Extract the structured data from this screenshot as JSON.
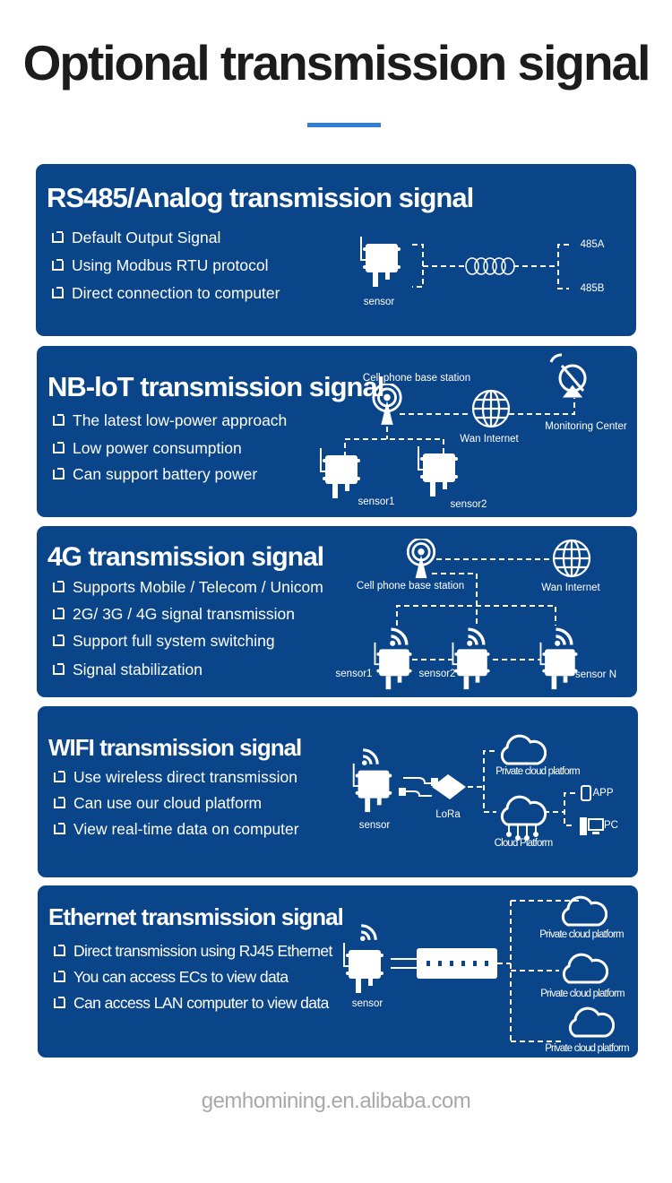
{
  "title": "Optional transmission signal",
  "accent_color": "#2f7fd6",
  "panel_color": "#0b4589",
  "watermark": "gemhomining.en.alibaba.com",
  "panels": [
    {
      "heading": "RS485/Analog transmission signal",
      "bullets": [
        "Default Output Signal",
        "Using Modbus RTU protocol",
        "Direct connection to computer"
      ],
      "labels": {
        "sensor": "sensor",
        "a": "485A",
        "b": "485B"
      }
    },
    {
      "heading": "NB-loT transmission signal",
      "bullets": [
        "The latest low-power approach",
        "Low power consumption",
        "Can support battery power"
      ],
      "labels": {
        "station": "Cell phone base station",
        "wan": "Wan Internet",
        "monitor": "Monitoring Center",
        "sensor1": "sensor1",
        "sensor2": "sensor2"
      }
    },
    {
      "heading": "4G transmission  signal",
      "bullets": [
        "Supports Mobile / Telecom / Unicom",
        "2G/ 3G / 4G signal transmission",
        "Support full system switching",
        "Signal stabilization"
      ],
      "labels": {
        "station": "Cell phone base station",
        "wan": "Wan Internet",
        "sensor1": "sensor1",
        "sensor2": "sensor2",
        "sensorn": "sensor  N"
      }
    },
    {
      "heading": "WIFI transmission  signal",
      "bullets": [
        "Use wireless direct transmission",
        "Can use our cloud platform",
        "View real-time data on computer"
      ],
      "labels": {
        "sensor": "sensor",
        "lora": "LoRa",
        "private": "Private cloud platform",
        "cloud": "Cloud Platform",
        "app": "APP",
        "pc": "PC"
      }
    },
    {
      "heading": "Ethernet transmission  signal",
      "bullets": [
        "Direct transmission using RJ45 Ethernet",
        "You can access ECs to view data",
        "Can access LAN computer to view data"
      ],
      "labels": {
        "sensor": "sensor",
        "private1": "Private cloud platform",
        "private2": "Private cloud platform",
        "private3": "Private cloud platform"
      }
    }
  ]
}
